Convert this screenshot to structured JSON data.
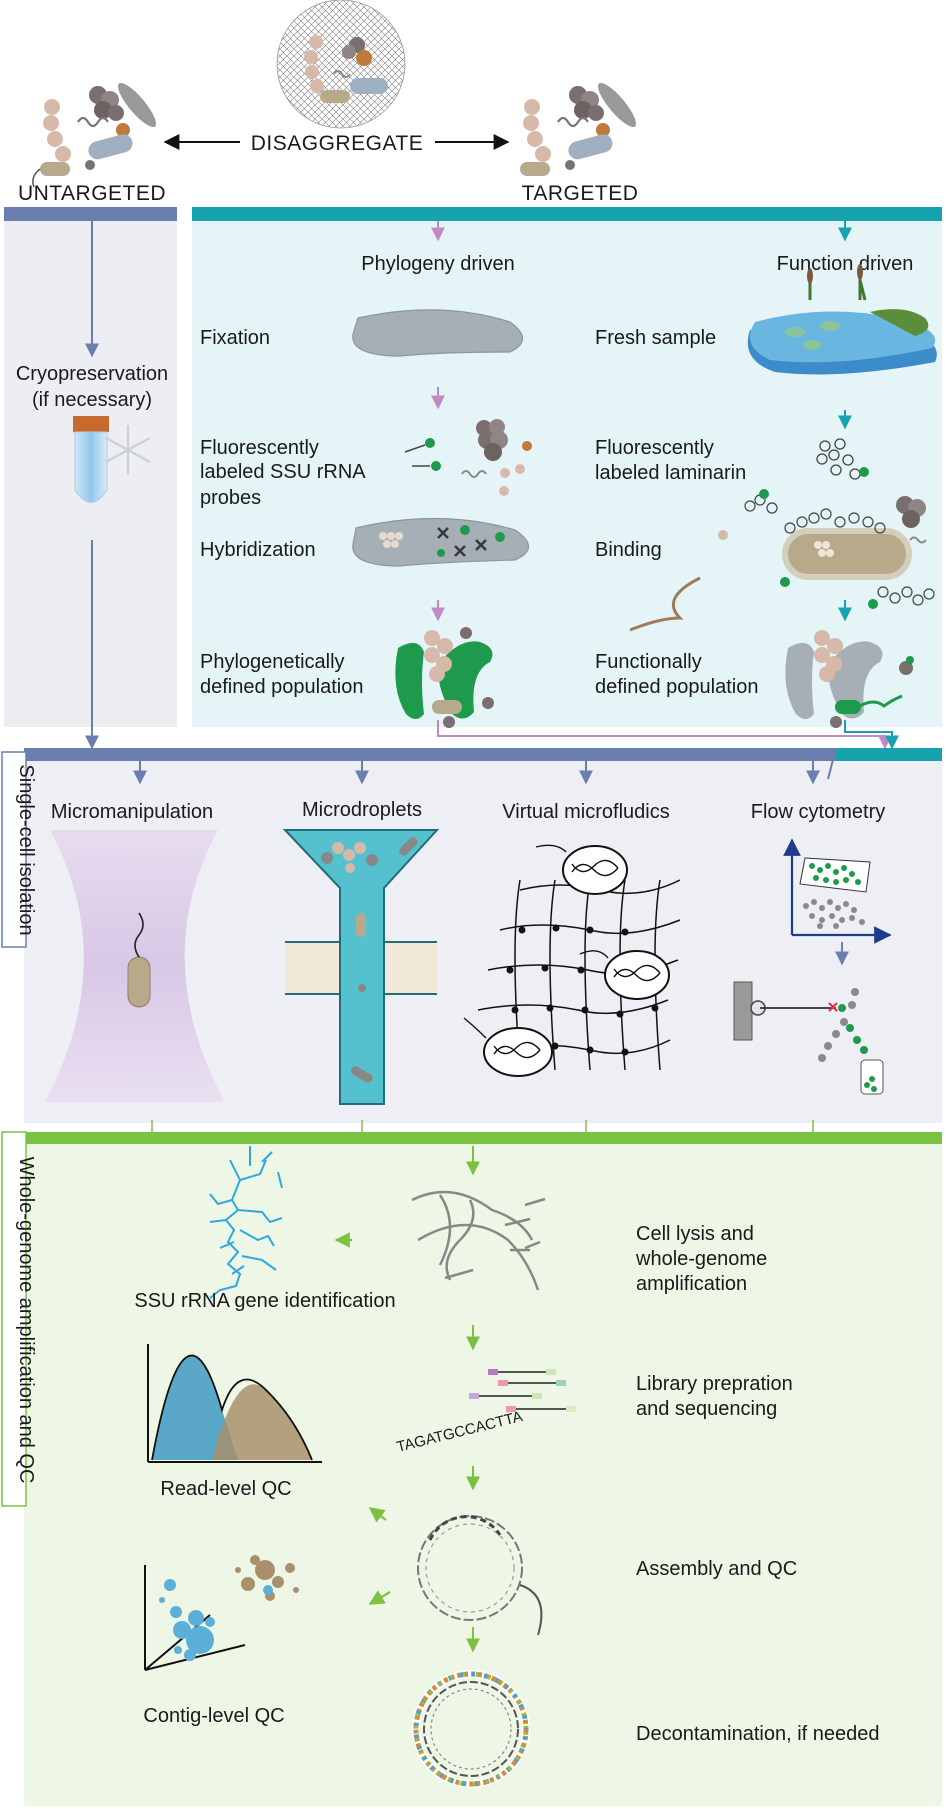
{
  "top": {
    "disaggregate": "DISAGGREGATE",
    "untargeted": "UNTARGETED",
    "targeted": "TARGETED"
  },
  "untargeted_branch": {
    "cryo_line1": "Cryopreservation",
    "cryo_line2": "(if necessary)"
  },
  "phylogeny": {
    "header": "Phylogeny driven",
    "fixation": "Fixation",
    "probes_line1": "Fluorescently",
    "probes_line2": "labeled SSU rRNA",
    "probes_line3": "probes",
    "hybridization": "Hybridization",
    "population_line1": "Phylogenetically",
    "population_line2": "defined population"
  },
  "function": {
    "header": "Function driven",
    "fresh": "Fresh sample",
    "laminarin_line1": "Fluorescently",
    "laminarin_line2": "labeled laminarin",
    "binding": "Binding",
    "population_line1": "Functionally",
    "population_line2": "defined population"
  },
  "isolation": {
    "section_label": "Single-cell isolation",
    "micromanipulation": "Micromanipulation",
    "microdroplets": "Microdroplets",
    "virtual": "Virtual microfludics",
    "flow": "Flow cytometry"
  },
  "wga": {
    "section_label": "Whole-genome amplification and QC",
    "lysis_line1": "Cell lysis and",
    "lysis_line2": "whole-genome",
    "lysis_line3": "amplification",
    "ssu": "SSU rRNA gene identification",
    "library_line1": "Library prepration",
    "library_line2": "and sequencing",
    "sequence": "TAGATGCCACTTA",
    "read_qc": "Read-level QC",
    "assembly": "Assembly and QC",
    "contig_qc": "Contig-level QC",
    "decontam": "Decontamination, if needed"
  },
  "colors": {
    "untargeted_bar": "#6a7fae",
    "targeted_bar": "#17a2b0",
    "wga_bar": "#7cc242",
    "phylo_arrow": "#c08bc4",
    "cell_gray": "#a7afb6",
    "probe_green": "#1d9a4b"
  }
}
